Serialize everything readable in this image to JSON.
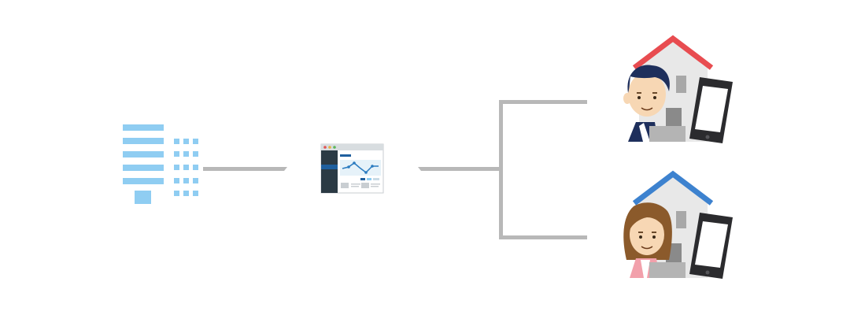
{
  "colors": {
    "background": "#ffffff",
    "connector": "#b8b8b8",
    "building": "#8fcdf2",
    "roof_red": "#e84c50",
    "roof_blue": "#3d82cf",
    "house_wall": "#e8e8e8",
    "house_door": "#a8a8a8",
    "phone_body": "#2b2b2e",
    "phone_screen": "#ffffff",
    "man_hair": "#1e2f5c",
    "man_suit": "#1e2f5c",
    "woman_hair": "#8b5a2b",
    "woman_top": "#f2a0ab",
    "skin": "#f7d7b4",
    "laptop": "#b4b4b4",
    "dashboard_sidebar": "#2b3a44",
    "dashboard_accent": "#1f5f9e",
    "dashboard_line": "#2a7bc0",
    "dashboard_panel": "#e6f2f9"
  },
  "icons": {
    "office": "office-building-icon",
    "dashboard": "dashboard-screen-icon",
    "home_worker_man": "home-worker-man-icon",
    "home_worker_woman": "home-worker-woman-icon"
  },
  "nodes": [
    {
      "id": "office",
      "icon": "office-building-icon"
    },
    {
      "id": "dashboard",
      "icon": "dashboard-screen-icon"
    },
    {
      "id": "remote-1",
      "icon": "home-worker-man-icon"
    },
    {
      "id": "remote-2",
      "icon": "home-worker-woman-icon"
    }
  ],
  "edges": [
    {
      "from": "office",
      "to": "dashboard"
    },
    {
      "from": "dashboard",
      "to": "remote-1"
    },
    {
      "from": "dashboard",
      "to": "remote-2"
    }
  ]
}
